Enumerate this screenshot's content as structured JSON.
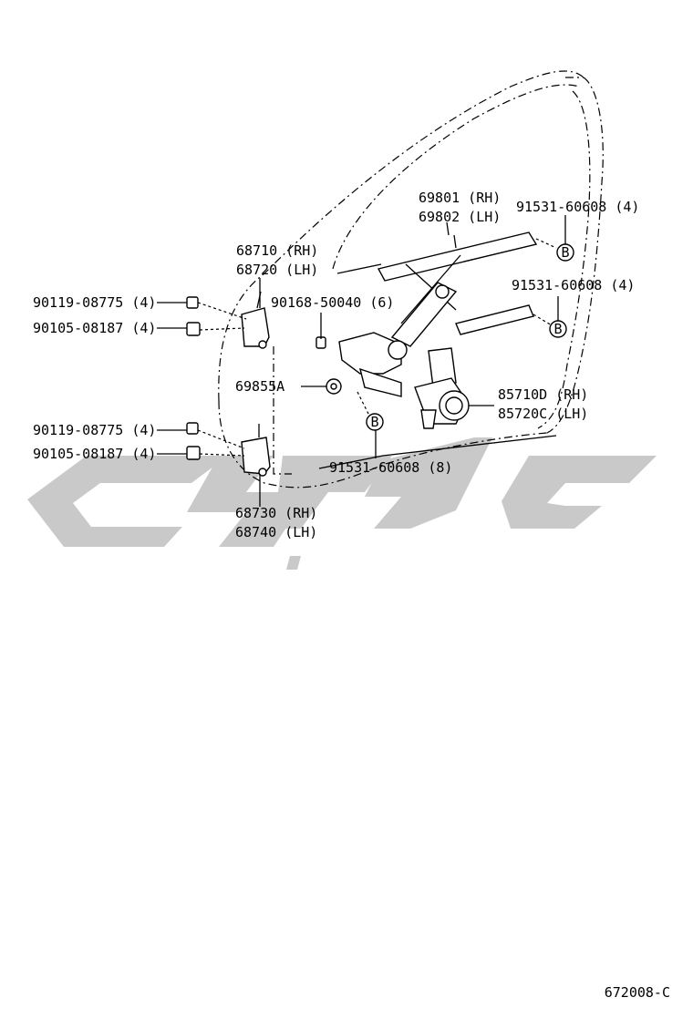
{
  "diagram_number": "672008-C",
  "callouts": {
    "regulator": [
      "69801 (RH)",
      "69802 (LH)"
    ],
    "hinge_upper": [
      "68710 (RH)",
      "68720 (LH)"
    ],
    "hinge_lower": [
      "68730 (RH)",
      "68740 (LH)"
    ],
    "motor": [
      "85710D (RH)",
      "85720C (LH)"
    ],
    "bolt_upper_a": "90119-08775 (4)",
    "bolt_upper_b": "90105-08187 (4)",
    "bolt_lower_a": "90119-08775 (4)",
    "bolt_lower_b": "90105-08187 (4)",
    "bolt_90168": "90168-50040 (6)",
    "grommet": "69855A",
    "bolt_91531_top": "91531-60608 (4)",
    "bolt_91531_mid": "91531-60608 (4)",
    "bolt_91531_bottom": "91531-60608 (8)"
  },
  "ref_marks": {
    "b1": "B",
    "b2": "B",
    "b3": "B"
  }
}
